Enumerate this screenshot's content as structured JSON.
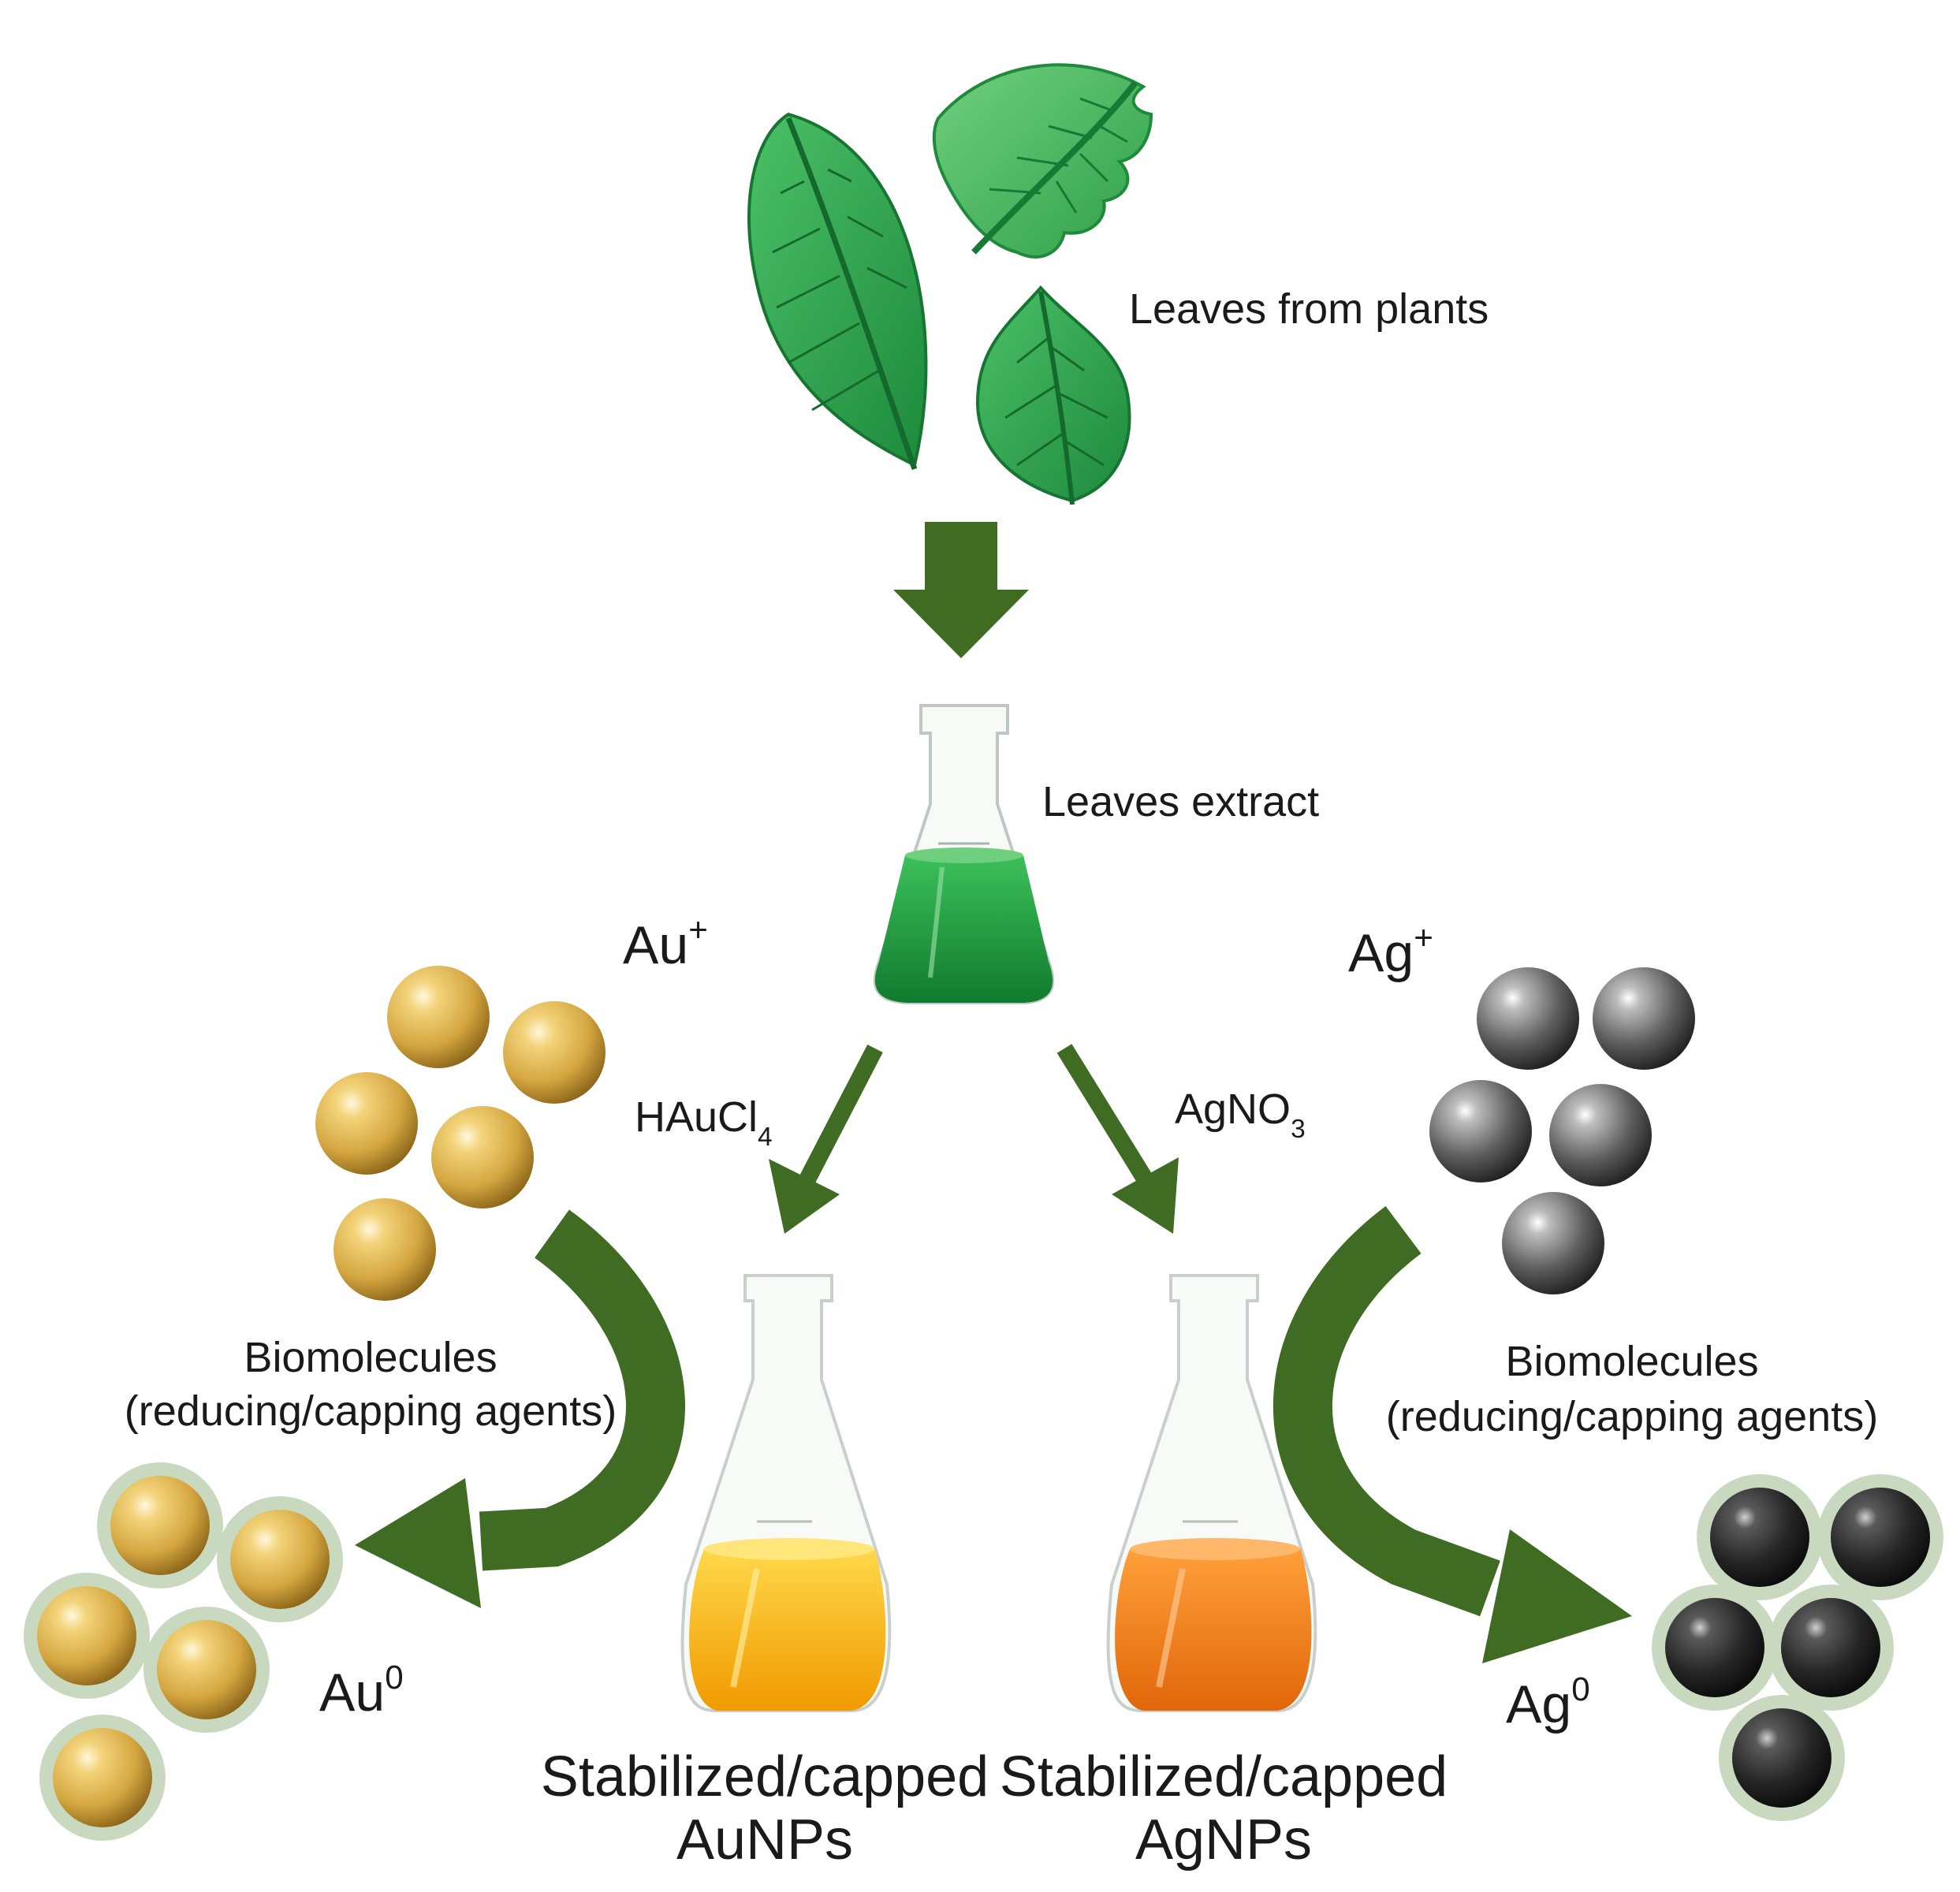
{
  "labels": {
    "leaves": "Leaves from plants",
    "extract": "Leaves extract",
    "au_ion_base": "Au",
    "au_ion_sup": "+",
    "ag_ion_base": "Ag",
    "ag_ion_sup": "+",
    "haucl4_base": "HAuCl",
    "haucl4_sub": "4",
    "agno3_base": "AgNO",
    "agno3_sub": "3",
    "biomol_left_line1": "Biomolecules",
    "biomol_left_line2": "(reducing/capping agents)",
    "biomol_right_line1": "Biomolecules",
    "biomol_right_line2": "(reducing/capping agents)",
    "au0_base": "Au",
    "au0_sup": "0",
    "ag0_base": "Ag",
    "ag0_sup": "0",
    "aunps_line1": "Stabilized/capped",
    "aunps_line2": "AuNPs",
    "agnps_line1": "Stabilized/capped",
    "agnps_line2": "AgNPs"
  },
  "colors": {
    "arrow_green": "#3f6b22",
    "leaf_green": "#2e9e4c",
    "leaf_light": "#5cc46e",
    "extract_green": "#1e9e3e",
    "gold": "#d4a640",
    "silver": "#6a6a6a",
    "black_np": "#262626",
    "capping_shell": "#c9d9bf",
    "au_solution": "#f5a800",
    "ag_solution": "#f07a10"
  },
  "icons": [
    "leaf-icon",
    "monstera-leaf-icon",
    "heart-leaf-icon",
    "flask-icon",
    "nanoparticle-icon"
  ]
}
